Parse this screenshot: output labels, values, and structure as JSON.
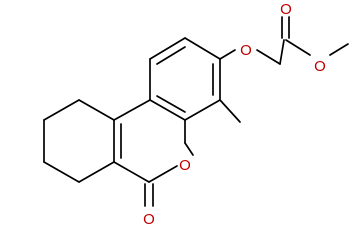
{
  "diagram": {
    "type": "skeletal-structure",
    "colors": {
      "bond": "#000000",
      "heteroatom": "#c00000",
      "background": "#ffffff"
    },
    "atoms": [
      {
        "id": "o_ether",
        "element": "O",
        "label": "O"
      },
      {
        "id": "o_carbonyl_ester",
        "element": "O",
        "label": "O"
      },
      {
        "id": "o_methoxy",
        "element": "O",
        "label": "O"
      },
      {
        "id": "o_ring",
        "element": "O",
        "label": "O"
      },
      {
        "id": "o_lactone_carbonyl",
        "element": "O",
        "label": "O"
      }
    ]
  }
}
